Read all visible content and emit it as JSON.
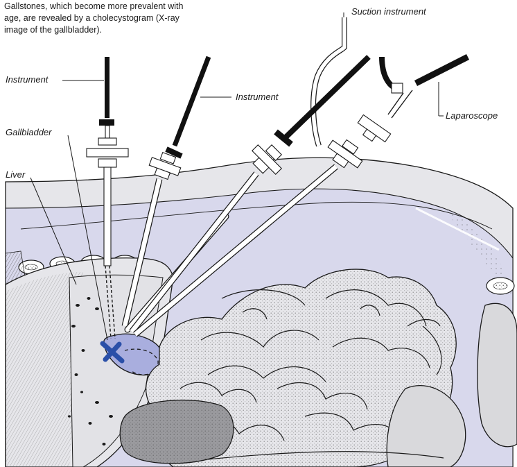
{
  "caption": {
    "lines": [
      "Gallstones, which become more prevalent with",
      "age, are revealed by a cholecystogram (X-ray",
      "image of the gallbladder)."
    ]
  },
  "labels": {
    "suction_instrument": "Suction instrument",
    "instrument_left": "Instrument",
    "instrument_center": "Instrument",
    "laparoscope": "Laparoscope",
    "gallbladder": "Gallbladder",
    "liver": "Liver"
  },
  "colors": {
    "tissue": "#e6e6ea",
    "organ": "#d9d9dc",
    "abdomen": "#d8d8ec",
    "gallbladder_tint": "#a9aede",
    "clip": "#2a4fa8",
    "instrument_black": "#111111",
    "ink": "#1a1a1a"
  }
}
